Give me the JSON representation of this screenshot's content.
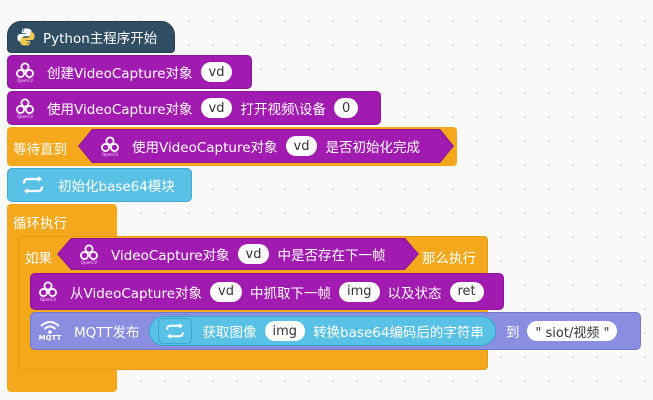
{
  "hat": {
    "label": "Python主程序开始"
  },
  "create_block": {
    "label": "创建VideoCapture对象",
    "var": "vd"
  },
  "use_block": {
    "label_pre": "使用VideoCapture对象",
    "var": "vd",
    "label_mid": "打开视频\\设备",
    "device": "0"
  },
  "wait_block": {
    "label": "等待直到",
    "condition": {
      "label_pre": "使用VideoCapture对象",
      "var": "vd",
      "label_post": "是否初始化完成"
    }
  },
  "init_b64_block": {
    "label": "初始化base64模块"
  },
  "loop_block": {
    "label": "循环执行"
  },
  "if_block": {
    "label_if": "如果",
    "label_then": "那么执行",
    "condition": {
      "label_pre": "VideoCapture对象",
      "var": "vd",
      "label_post": "中是否存在下一帧"
    }
  },
  "grab_block": {
    "label_pre": "从VideoCapture对象",
    "var": "vd",
    "label_mid": "中抓取下一帧",
    "img": "img",
    "label_mid2": "以及状态",
    "ret": "ret"
  },
  "mqtt_block": {
    "label": "MQTT发布",
    "reporter": {
      "label_pre": "获取图像",
      "img": "img",
      "label_post": "转换base64编码后的字符串"
    },
    "label_to": "到",
    "topic": "\" siot/视频 \"",
    "icon_label": "MQTT"
  },
  "icons": {
    "camera_caption": "OpenCV"
  },
  "colors": {
    "opencv_purple": "#a21bb1",
    "control_orange": "#f6a81c",
    "base64_cyan": "#59c0e6",
    "mqtt_lavender": "#8a8ee0",
    "python_hat": "#2f4d63"
  }
}
